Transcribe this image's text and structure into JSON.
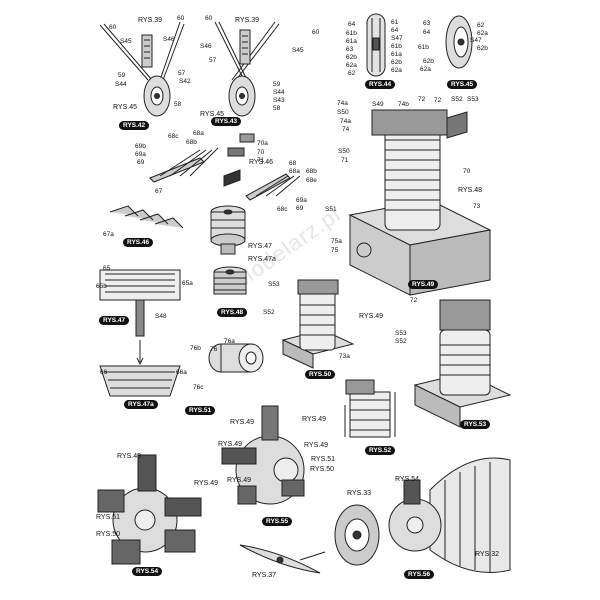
{
  "watermark": "Modelarz.pl",
  "badges": {
    "b42": "RYS.42",
    "b43": "RYS.43",
    "b44": "RYS.44",
    "b45": "RYS.45",
    "b46": "RYS.46",
    "b46b": "RYS.46",
    "b47": "RYS.47",
    "b47a": "RYS.47a",
    "b48": "RYS.48",
    "b49": "RYS.49",
    "b50": "RYS.50",
    "b51": "RYS.51",
    "b52": "RYS.52",
    "b53": "RYS.53",
    "b54": "RYS.54",
    "b55": "RYS.55",
    "b56": "RYS.56"
  },
  "refs": {
    "r39a": "RYS.39",
    "r45a": "RYS.45",
    "r39b": "RYS.39",
    "r45b": "RYS.45",
    "r46": "RYS.46",
    "r48": "RYS.48",
    "r47": "RYS.47",
    "r47a": "RYS.47a",
    "r49a": "RYS.49",
    "r49b": "RYS.49",
    "r49c": "RYS.49",
    "r49d": "RYS.49",
    "r49e": "RYS.49",
    "r51a": "RYS.51",
    "r50a": "RYS.50",
    "r49f": "RYS.49",
    "r49g": "RYS.49",
    "r51b": "RYS.51",
    "r50b": "RYS.50",
    "r54": "RYS.54",
    "r33": "RYS.33",
    "r37": "RYS.37",
    "r32": "RYS.32"
  },
  "parts": {
    "p60a": "60",
    "p60b": "60",
    "s45a": "S45",
    "s46a": "S46",
    "p59a": "59",
    "s44a": "S44",
    "p57a": "57",
    "s42a": "S42",
    "p58a": "58",
    "p60c": "60",
    "p60d": "60",
    "s46b": "S46",
    "s45b": "S45",
    "p57b": "57",
    "p59b": "59",
    "s44b": "S44",
    "s43b": "S43",
    "p58b": "58",
    "p64a": "64",
    "p61a": "61",
    "p61b": "61b",
    "p64b": "64",
    "p61aa": "61a",
    "p47a": "S47",
    "p63a": "63",
    "p61bb": "61b",
    "p62ba": "62b",
    "p61ab": "61a",
    "p62bb": "62b",
    "p62a1": "62a",
    "p62": "62",
    "p62a2": "62a",
    "q63": "63",
    "q64": "64",
    "q62": "62",
    "q62a": "62a",
    "q61b": "61b",
    "qs47": "S47",
    "q62b": "62b",
    "q62b2": "62b",
    "q62a2": "62a",
    "h68c": "68c",
    "h68a": "68a",
    "h68b": "68b",
    "h69b": "69b",
    "h69a": "69a",
    "h69": "69",
    "h70a": "70a",
    "h70": "70",
    "h71": "71",
    "h68": "68",
    "h68a2": "68a",
    "h68b2": "68b",
    "h68e": "68e",
    "h69a2": "69a",
    "h68c2": "68c",
    "h692": "69",
    "h67": "67",
    "h67a": "67a",
    "c74a": "74a",
    "cs50": "S50",
    "c74a2": "74a",
    "c74": "74",
    "cs49": "S49",
    "c74b": "74b",
    "c72a": "72",
    "c72b": "72",
    "cs52": "S52",
    "cs53": "S53",
    "cs50b": "S50",
    "c71": "71",
    "c70": "70",
    "c73": "73",
    "cs51": "S51",
    "c75a": "75a",
    "c75": "75",
    "f65": "65",
    "f65b": "65b",
    "f65a": "65a",
    "fs48": "S48",
    "f66": "66",
    "f66a": "66a",
    "e53a": "S53",
    "e52a": "S52",
    "e73a": "73a",
    "g76b": "76b",
    "g76": "76",
    "g76a": "76a",
    "g76c": "76c",
    "k72": "72",
    "ks53": "S53",
    "ks52": "S52"
  }
}
